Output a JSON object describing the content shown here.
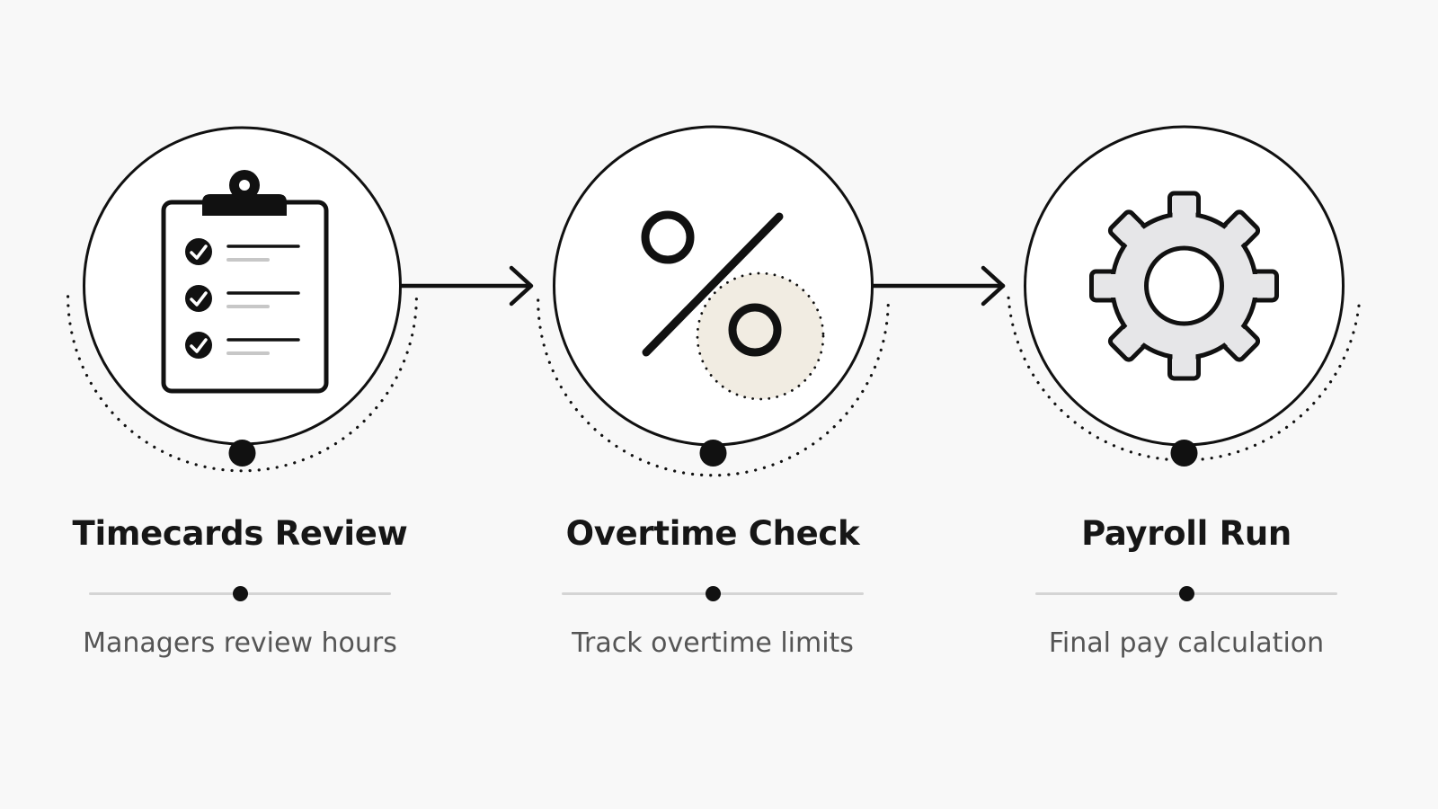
{
  "diagram": {
    "colors": {
      "background": "#f8f8f8",
      "stroke": "#111111",
      "title_text": "#161616",
      "desc_text": "#555555",
      "separator": "#d4d4d4",
      "highlight": "#f1ece2",
      "gear_fill": "#e6e6e8"
    },
    "steps": [
      {
        "icon": "clipboard-checklist-icon",
        "title": "Timecards Review",
        "description": "Managers review hours"
      },
      {
        "icon": "percent-icon",
        "title": "Overtime Check",
        "description": "Track overtime limits"
      },
      {
        "icon": "gear-icon",
        "title": "Payroll Run",
        "description": "Final pay calculation"
      }
    ],
    "connectors": [
      {
        "from": "Timecards Review",
        "to": "Overtime Check",
        "icon": "arrow-right-icon"
      },
      {
        "from": "Overtime Check",
        "to": "Payroll Run",
        "icon": "arrow-right-icon"
      }
    ]
  }
}
